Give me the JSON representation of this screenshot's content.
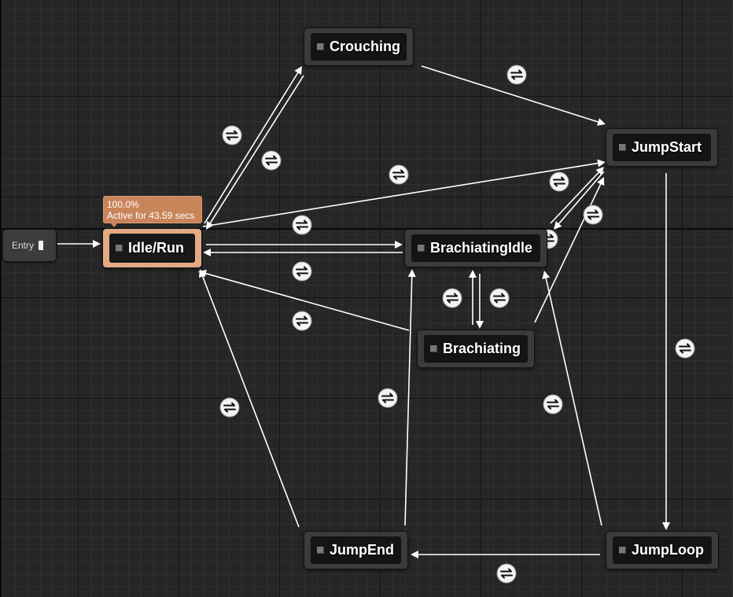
{
  "entry": {
    "label": "Entry"
  },
  "active_state": {
    "percent": "100.0%",
    "active_text": "Active for 43.59 secs"
  },
  "states": {
    "idle_run": "Idle/Run",
    "crouching": "Crouching",
    "jump_start": "JumpStart",
    "brachiating_idle": "BrachiatingIdle",
    "brachiating": "Brachiating",
    "jump_end": "JumpEnd",
    "jump_loop": "JumpLoop"
  },
  "transition_icon": "transition-rule-icon",
  "colors": {
    "grid_background": "#262626",
    "state_node": "#3b3b3b",
    "active_state": "#e2aa84",
    "tooltip": "#c9855a",
    "wire": "#ffffff"
  }
}
